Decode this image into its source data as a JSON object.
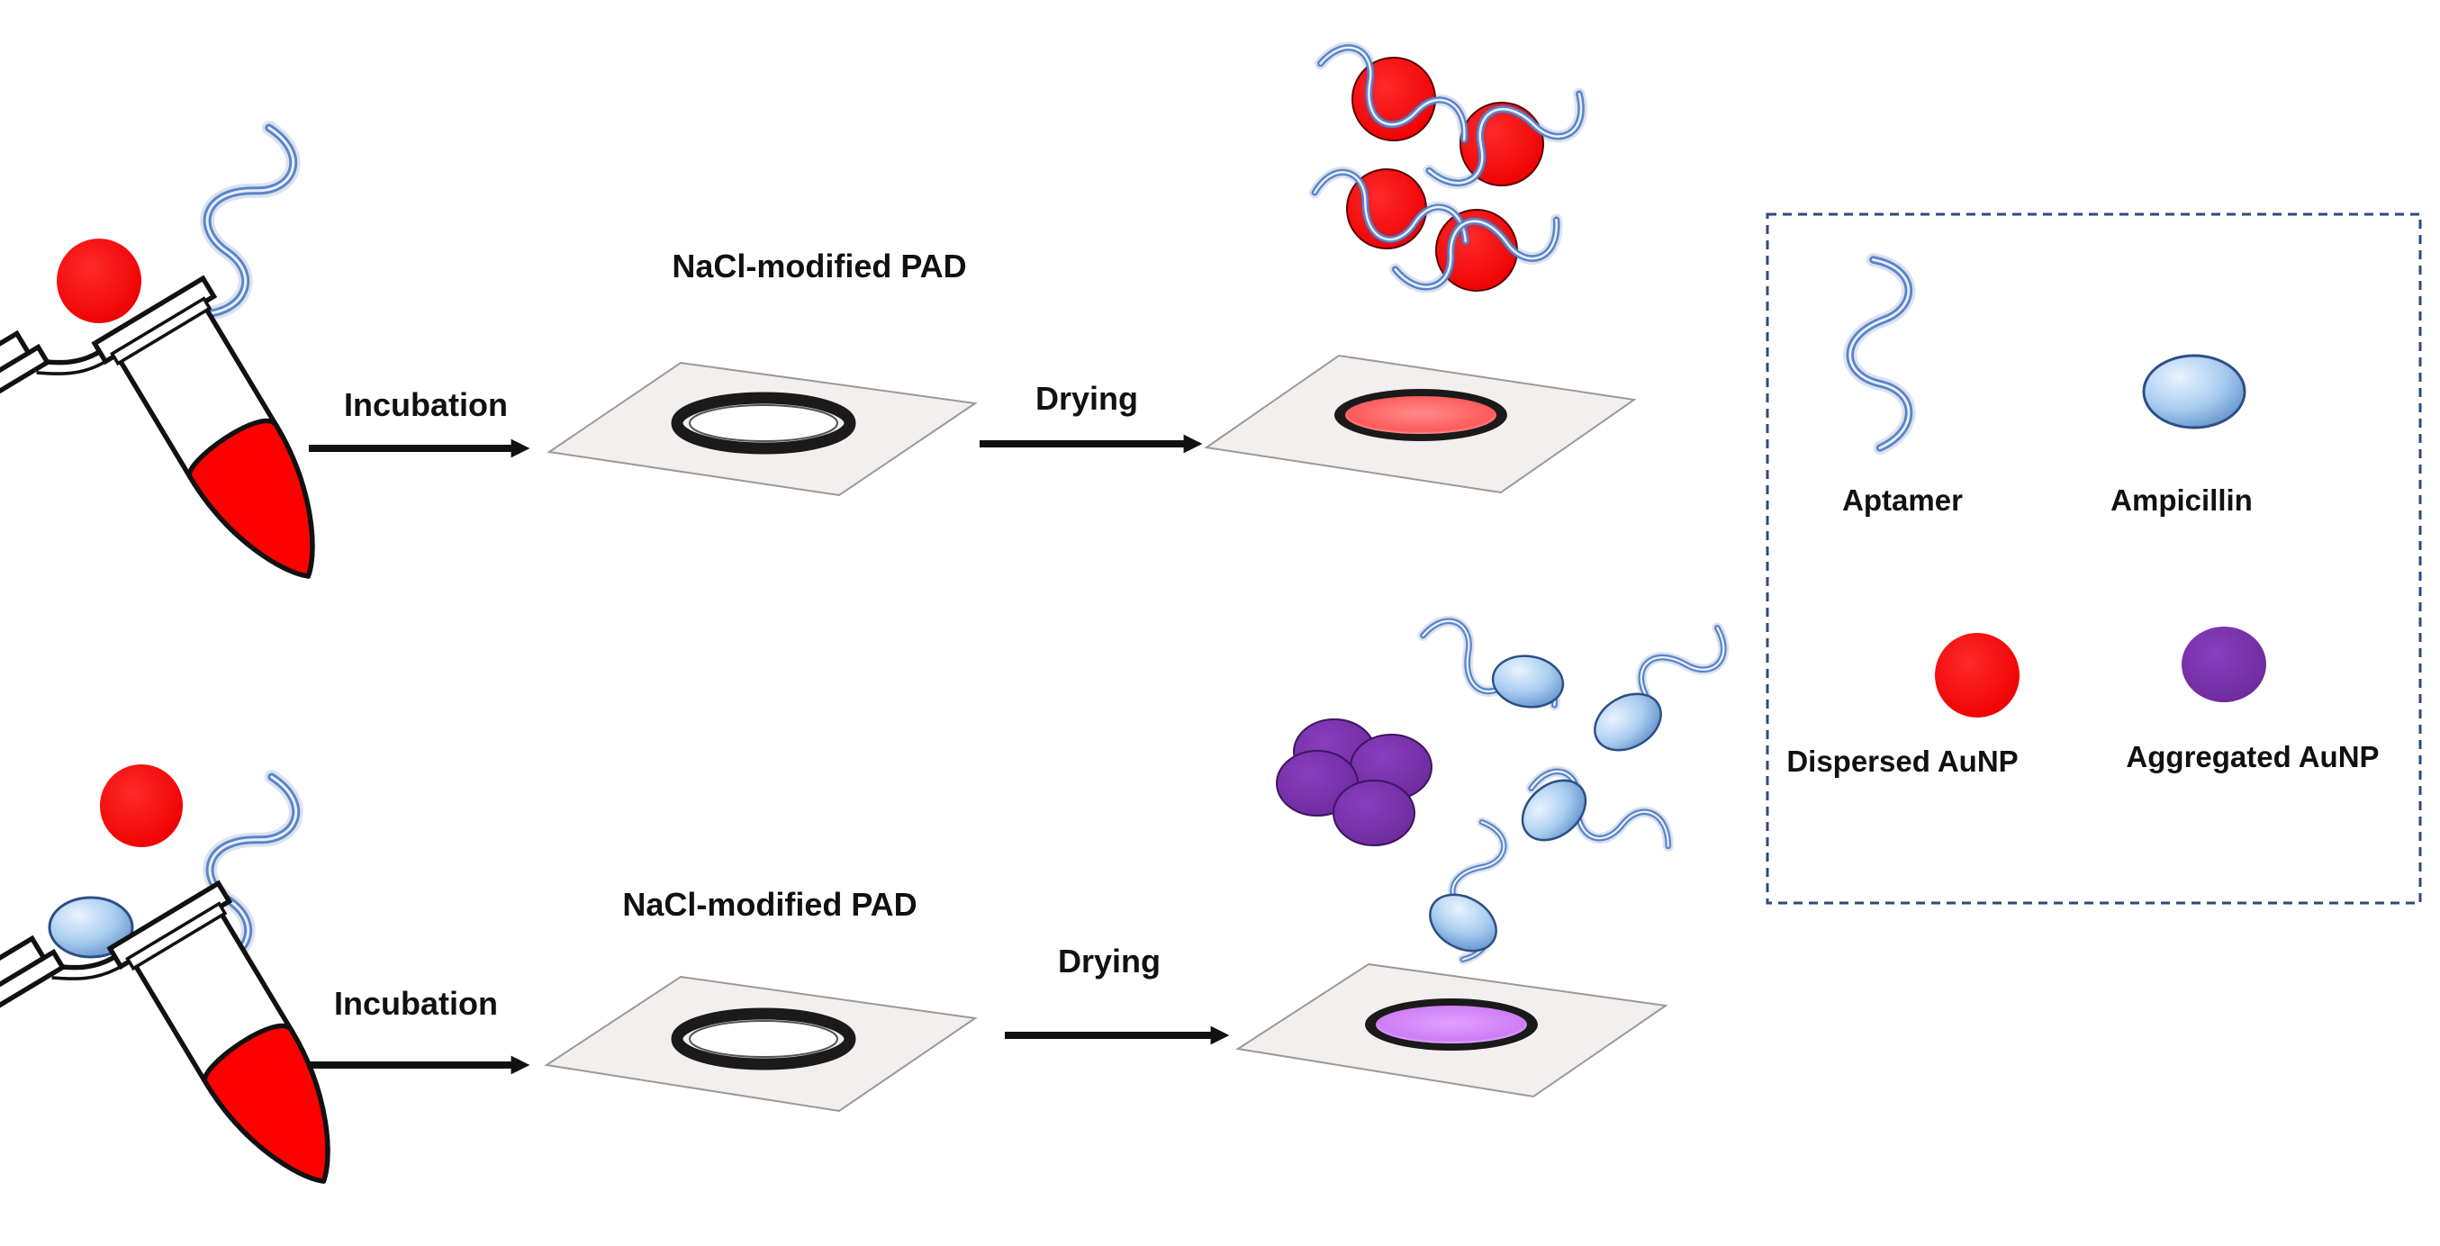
{
  "labels": {
    "incubation": "Incubation",
    "drying": "Drying",
    "pad": "NaCl-modified  PAD"
  },
  "legend": {
    "aptamer": "Aptamer",
    "ampicillin": "Ampicillin",
    "dispersed": "Dispersed AuNP",
    "aggregated": "Aggregated AuNP"
  },
  "colors": {
    "aunp_red": "#ff0000",
    "aunp_purple": "#7030a0",
    "aptamer_blue": "#5b7fc4",
    "ampicillin_blue": "#9dc3e6",
    "pad_fill": "#f2eeee",
    "spot_red": "#ff6b6b",
    "spot_purple": "#d580ff"
  }
}
